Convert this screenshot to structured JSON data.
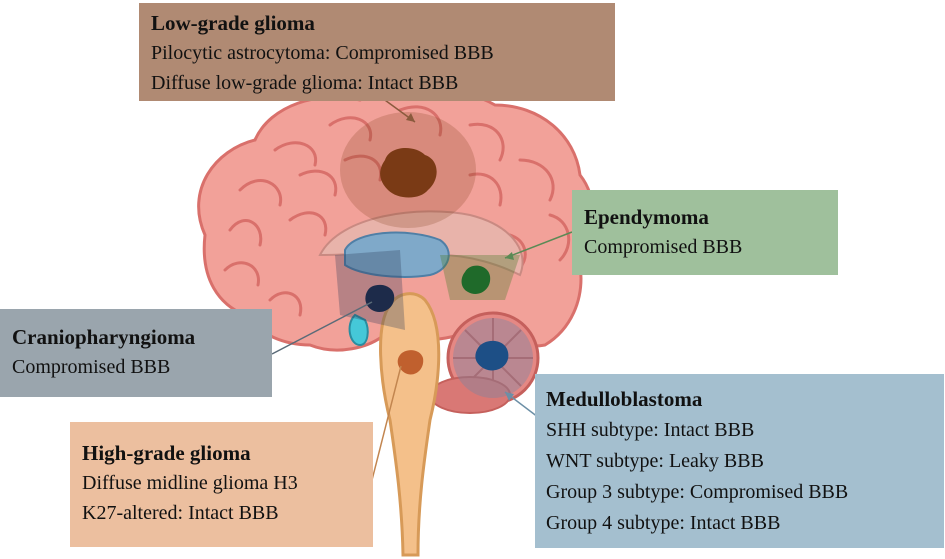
{
  "low_grade_glioma": {
    "title": "Low-grade glioma",
    "lines": [
      "Pilocytic astrocytoma: Compromised BBB",
      "Diffuse low-grade glioma: Intact BBB"
    ],
    "color": "#b08a73"
  },
  "ependymoma": {
    "title": "Ependymoma",
    "lines": [
      "Compromised BBB"
    ],
    "color": "#9fc09c"
  },
  "craniopharyngioma": {
    "title": "Craniopharyngioma",
    "lines": [
      "Compromised BBB"
    ],
    "color": "#9aa5ad"
  },
  "high_grade_glioma": {
    "title": "High-grade glioma",
    "lines": [
      "Diffuse midline glioma H3",
      "K27-altered: Intact BBB"
    ],
    "color": "#ecbf9f"
  },
  "medulloblastoma": {
    "title": "Medulloblastoma",
    "lines": [
      "SHH subtype: Intact BBB",
      "WNT subtype: Leaky BBB",
      "Group 3 subtype: Compromised BBB",
      "Group 4 subtype: Intact BBB"
    ],
    "color": "#a4bfcf"
  },
  "tumor_colors": {
    "low_grade": "#7a3a15",
    "ependymoma": "#1f6a2a",
    "craniopharyngioma": "#1d2b4a",
    "high_grade": "#c0602e",
    "medulloblastoma": "#1d4f86"
  },
  "brain_colors": {
    "cortex": "#f2a199",
    "cortex_dark": "#d9706b",
    "brainstem": "#f4c08a",
    "cerebellum": "#e58884",
    "ventricle": "#7fa9c9"
  }
}
